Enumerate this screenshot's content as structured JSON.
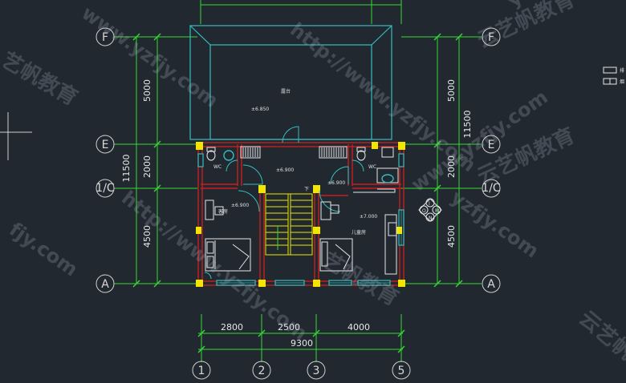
{
  "axes": {
    "F": "F",
    "E": "E",
    "C": "1/C",
    "A": "A",
    "n1": "1",
    "n2": "2",
    "n3": "3",
    "n5": "5"
  },
  "dims": {
    "left_5000": "5000",
    "left_2000": "2000",
    "left_4500": "4500",
    "left_total": "11500",
    "right_5000": "5000",
    "right_2000": "2000",
    "right_4500": "4500",
    "right_total": "11500",
    "bottom_2800": "2800",
    "bottom_2500": "2500",
    "bottom_4000": "4000",
    "bottom_total": "9300"
  },
  "rooms": {
    "terrace": "露台",
    "guest": "客房",
    "child": "儿童房",
    "wc_left": "WC",
    "wc_right": "WC",
    "down": "下"
  },
  "elevations": {
    "terrace": "±6.850",
    "hall": "±6.900",
    "guest": "±6.900",
    "wc_right": "±6.900",
    "child": "±7.000"
  },
  "compass": {
    "n": "N",
    "m": "M",
    "i": "I",
    "o": "O"
  },
  "watermarks": {
    "url": "http://www.yzfjy.com",
    "url_short": "www.yzfjy.com",
    "url_frag": "yzfjy.com",
    "url_frag2": "fjy.com",
    "cn": "云艺帆教育",
    "cn_frag": "艺帆教育",
    "cn_frag2": "云艺帆教育"
  },
  "legend": {
    "item1": "排",
    "item2": "烟"
  },
  "colors": {
    "background": "#212830",
    "wall": "#c81e1e",
    "window": "#34bdbd",
    "column": "#f2e600",
    "stair": "#e8e800",
    "dimension": "#35d835",
    "text": "#e6e6e6"
  }
}
